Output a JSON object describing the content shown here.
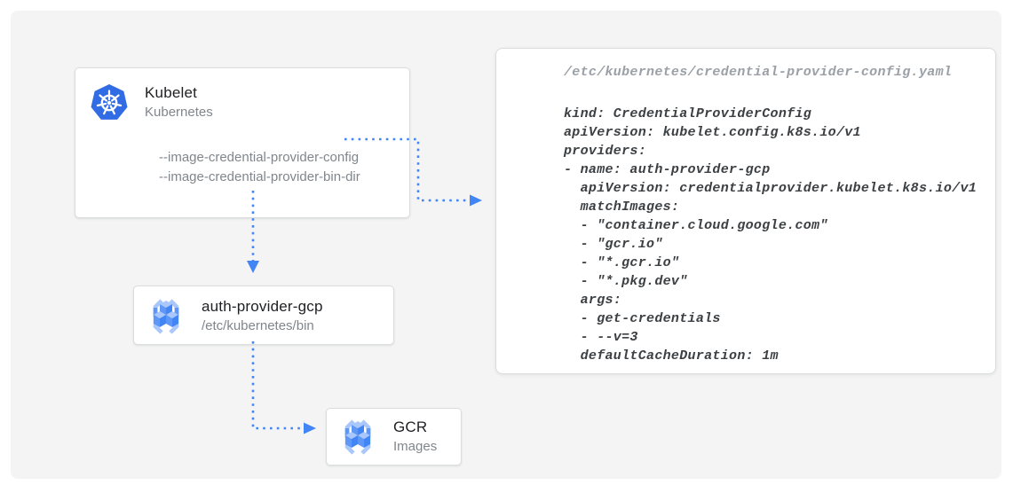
{
  "colors": {
    "accent_blue": "#4285f4",
    "kubernetes_blue": "#326ce5",
    "gcr_icon_light_blue": "#a9c7fb",
    "gcr_icon_medium_blue": "#5e97f6",
    "stage_background": "#f4f4f4",
    "node_border": "#dadce0",
    "title_text": "#202124",
    "muted_text": "#80868b",
    "code_text": "#3c4043",
    "code_filename_text": "#9aa0a6"
  },
  "nodes": {
    "kubelet": {
      "title": "Kubelet",
      "subtitle": "Kubernetes",
      "icon": "kubernetes-icon",
      "flags": [
        "--image-credential-provider-config",
        "--image-credential-provider-bin-dir"
      ]
    },
    "auth_provider": {
      "title": "auth-provider-gcp",
      "subtitle": "/etc/kubernetes/bin",
      "icon": "gcr-icon"
    },
    "gcr": {
      "title": "GCR",
      "subtitle": "Images",
      "icon": "gcr-icon"
    }
  },
  "code_panel": {
    "filename": "/etc/kubernetes/credential-provider-config.yaml",
    "lines": [
      "kind: CredentialProviderConfig",
      "apiVersion: kubelet.config.k8s.io/v1",
      "providers:",
      "- name: auth-provider-gcp",
      "  apiVersion: credentialprovider.kubelet.k8s.io/v1",
      "  matchImages:",
      "  - \"container.cloud.google.com\"",
      "  - \"gcr.io\"",
      "  - \"*.gcr.io\"",
      "  - \"*.pkg.dev\"",
      "  args:",
      "  - get-credentials",
      "  - --v=3",
      "  defaultCacheDuration: 1m"
    ]
  }
}
